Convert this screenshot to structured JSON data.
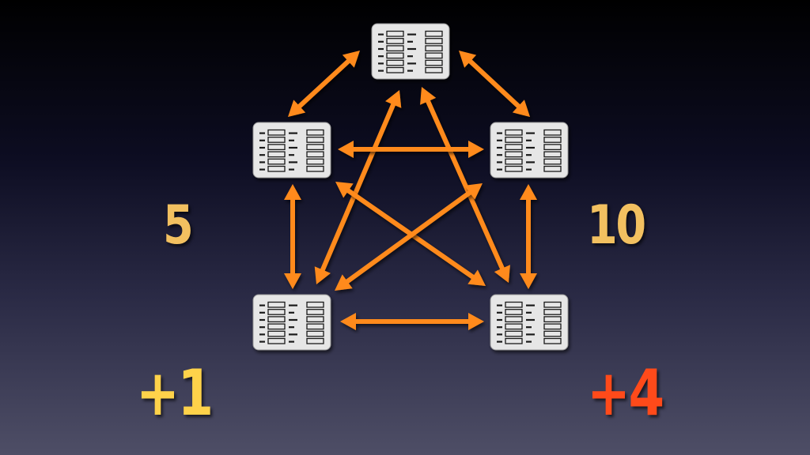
{
  "colors": {
    "arrow": "#ff8a1a",
    "node_fill": "#e6e6e6",
    "node_mark": "#1a1a1a",
    "count_text": "#f2c060",
    "delta_positive": "#ffd24a",
    "delta_highlight": "#ff4a1a"
  },
  "labels": {
    "node_count_left": "5",
    "node_count_right": "10",
    "delta_left": "+1",
    "delta_right": "+4"
  },
  "icons": {
    "node": "table-grid-icon",
    "connection": "double-headed-arrow"
  },
  "diagram": {
    "nodes": [
      "top",
      "upper-left",
      "upper-right",
      "lower-left",
      "lower-right"
    ],
    "connections": [
      [
        "top",
        "upper-left"
      ],
      [
        "top",
        "upper-right"
      ],
      [
        "top",
        "lower-left"
      ],
      [
        "top",
        "lower-right"
      ],
      [
        "upper-left",
        "upper-right"
      ],
      [
        "upper-left",
        "lower-left"
      ],
      [
        "upper-left",
        "lower-right"
      ],
      [
        "upper-right",
        "lower-left"
      ],
      [
        "upper-right",
        "lower-right"
      ],
      [
        "lower-left",
        "lower-right"
      ]
    ]
  }
}
